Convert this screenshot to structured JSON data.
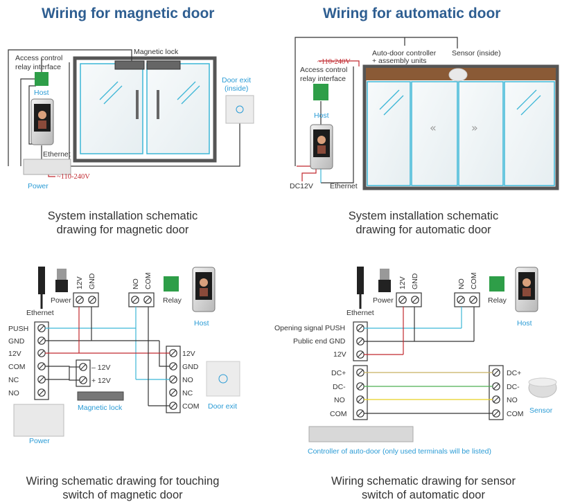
{
  "titles": {
    "magnetic": "Wiring for magnetic door",
    "automatic": "Wiring for automatic door"
  },
  "captions": {
    "tl_1": "System installation schematic",
    "tl_2": "drawing for magnetic door",
    "tr_1": "System installation schematic",
    "tr_2": "drawing for automatic door",
    "bl_1": "Wiring schematic drawing for touching",
    "bl_2": "switch of magnetic door",
    "br_1": "Wiring schematic drawing for sensor",
    "br_2": "switch of automatic door"
  },
  "tl": {
    "relay_1": "Access control",
    "relay_2": "relay interface",
    "host": "Host",
    "ethernet": "Ethernet",
    "power": "Power",
    "voltage": "~110-240V",
    "maglock": "Magnetic lock",
    "door_exit_1": "Door exit",
    "door_exit_2": "(inside)"
  },
  "tr": {
    "voltage": "~110-240V",
    "relay_1": "Access control",
    "relay_2": "relay interface",
    "controller_1": "Auto-door controller",
    "controller_2": "+ assembly units",
    "sensor": "Sensor (inside)",
    "host": "Host",
    "dc": "DC12V",
    "ethernet": "Ethernet"
  },
  "bl": {
    "ethernet": "Ethernet",
    "power": "Power",
    "v12": "12V",
    "gnd": "GND",
    "no": "NO",
    "com": "COM",
    "relay": "Relay",
    "host": "Host",
    "left_terms": [
      "PUSH",
      "GND",
      "12V",
      "COM",
      "NC",
      "NO"
    ],
    "lock_minus": "– 12V",
    "lock_plus": "+ 12V",
    "right_terms": [
      "12V",
      "GND",
      "NO",
      "NC",
      "COM"
    ],
    "door_exit": "Door exit",
    "magnetic_lock": "Magnetic lock",
    "power_supply": "Power"
  },
  "br": {
    "ethernet": "Ethernet",
    "power": "Power",
    "v12": "12V",
    "gnd": "GND",
    "no": "NO",
    "com": "COM",
    "relay": "Relay",
    "host": "Host",
    "left_terms": [
      "Opening signal PUSH",
      "Public end GND",
      "12V"
    ],
    "ctrl_terms": [
      "DC+",
      "DC-",
      "NO",
      "COM"
    ],
    "sensor_terms": [
      "DC+",
      "DC-",
      "NO",
      "COM"
    ],
    "sensor": "Sensor",
    "controller": "Controller of auto-door (only used terminals will be listed)"
  },
  "colors": {
    "title": "#2e5e91",
    "accent_blue": "#2a9bd5",
    "wire_red": "#c0272d",
    "wire_cyan": "#3bb6d6",
    "relay_green": "#2e9e48",
    "wire_yellow": "#e8d020",
    "wire_green": "#4caf50",
    "door_brown": "#8a5a36"
  }
}
